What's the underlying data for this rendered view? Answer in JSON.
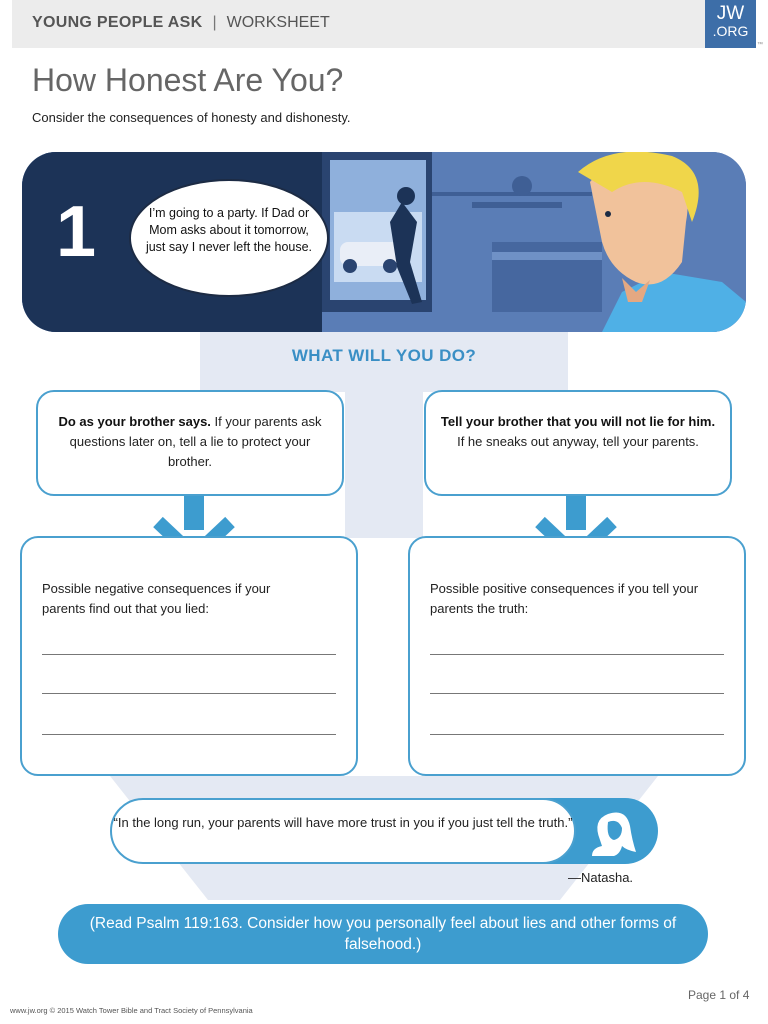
{
  "header": {
    "series": "YOUNG PEOPLE ASK",
    "separator": "|",
    "kind": "WORKSHEET",
    "logo_top": "JW",
    "logo_bottom": ".ORG",
    "trademark": "™"
  },
  "page": {
    "title": "How Honest Are You?",
    "subtitle": "Consider the consequences of honesty and dishonesty."
  },
  "scenario": {
    "number": "1",
    "speech": "I’m going to a party. If Dad or Mom asks about it tomorrow, just say I never left the house."
  },
  "question": "WHAT WILL YOU DO?",
  "choices": [
    {
      "bold": "Do as your brother says.",
      "rest": " If your parents ask questions later on, tell a lie to protect your brother."
    },
    {
      "bold": "Tell your brother that you will not lie for him.",
      "rest": " If he sneaks out anyway, tell your parents."
    }
  ],
  "consequences": [
    {
      "prompt": "Possible negative consequences if your parents find out that you lied:"
    },
    {
      "prompt": "Possible positive consequences if you tell your parents the truth:"
    }
  ],
  "quote": {
    "text": "“In the long run, your parents will have more trust in you if you just tell the truth.”",
    "attribution": "—Natasha."
  },
  "reading": "(Read Psalm 119:163. Consider how you personally feel about lies and other forms of falsehood.)",
  "footer": {
    "copyright": "www.jw.org © 2015 Watch Tower Bible and Tract Society of Pennsylvania",
    "page": "Page 1 of 4"
  },
  "colors": {
    "accent_blue": "#3d9ccf",
    "logo_blue": "#3d6ea8",
    "banner_dark": "#1c3357",
    "spine": "#e4e9f3"
  }
}
